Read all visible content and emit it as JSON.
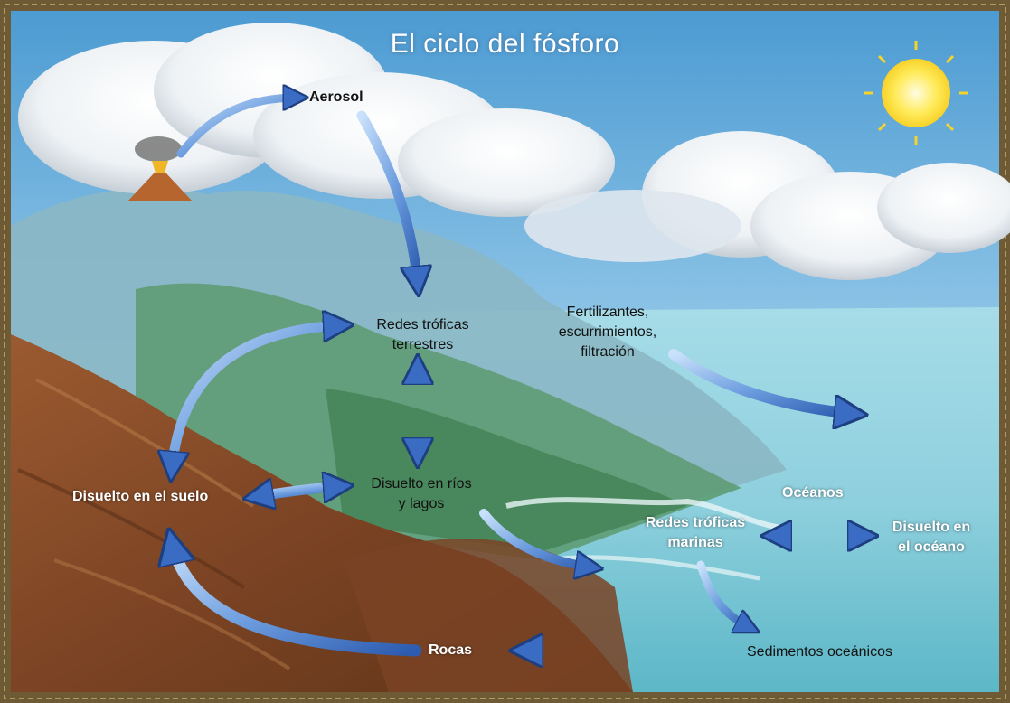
{
  "title": "El ciclo del fósforo",
  "labels": {
    "aerosol": "Aerosol",
    "terrestrial_webs": "Redes tróficas\nterrestres",
    "fertilizers": "Fertilizantes,\nescurrimientos,\nfiltración",
    "soil": "Disuelto en el suelo",
    "rivers": "Disuelto en ríos\ny lagos",
    "oceans": "Océanos",
    "marine_webs": "Redes tróficas\nmarinas",
    "ocean_dissolved": "Disuelto en\nel océano",
    "rocks": "Rocas",
    "sediments": "Sedimentos oceánicos"
  },
  "colors": {
    "arrow_light": "#9cc4f0",
    "arrow_dark": "#2c5bb0",
    "frame": "#6e5a34",
    "ocean": "#8fd0de",
    "soil": "#8a4f2c",
    "sky": "#5fa7d6"
  }
}
